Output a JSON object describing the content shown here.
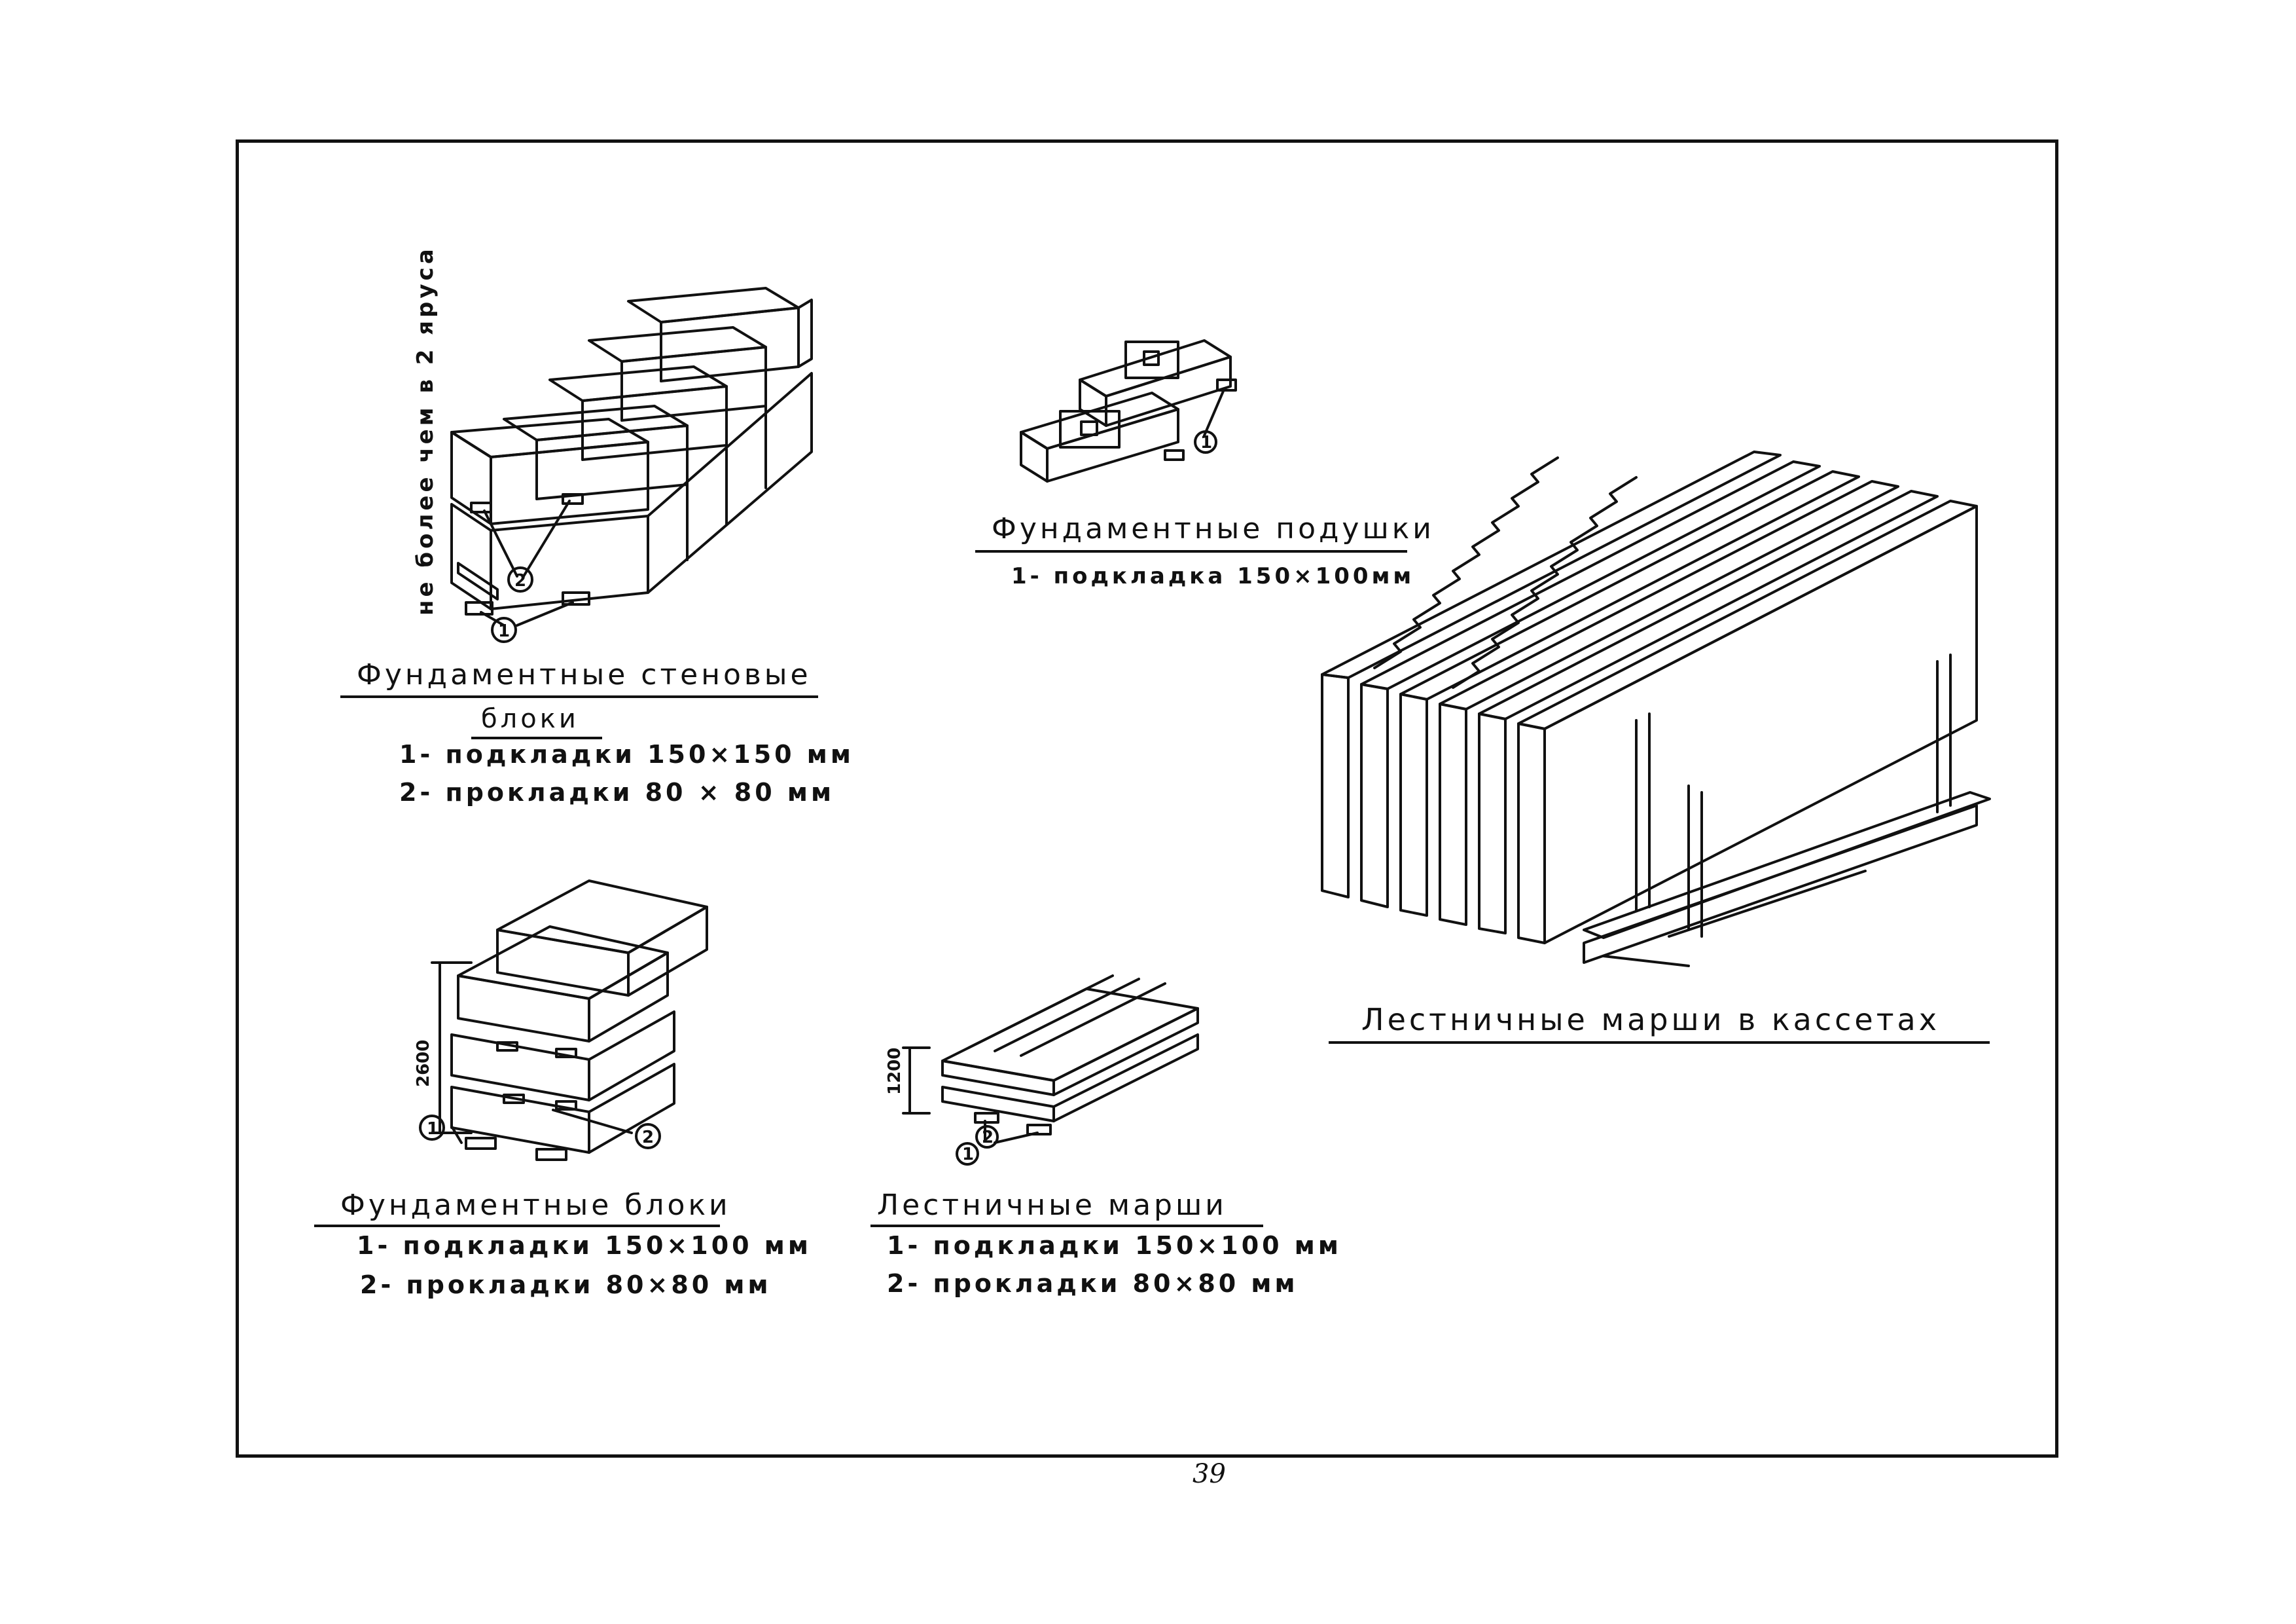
{
  "page_number": "39",
  "wall_blocks": {
    "stack_note": "не более чем в 2 яруса",
    "title_line1": "Фундаментные стеновые",
    "title_line2": "блоки",
    "item1": "1- подкладки 150×150 мм",
    "item2": "2- прокладки 80 × 80 мм"
  },
  "cushions": {
    "title": "Фундаментные подушки",
    "item1": "1- подкладка 150×100мм"
  },
  "foundation_blocks": {
    "title": "Фундаментные блоки",
    "item1": "1- подкладки 150×100 мм",
    "item2": "2- прокладки 80×80 мм",
    "dimension": "2600"
  },
  "stair_flights": {
    "title": "Лестничные марши",
    "item1": "1- подкладки 150×100 мм",
    "item2": "2- прокладки 80×80 мм",
    "dimension": "1200"
  },
  "cassettes": {
    "title": "Лестничные марши в кассетах"
  },
  "markers": {
    "one": "1",
    "two": "2"
  }
}
